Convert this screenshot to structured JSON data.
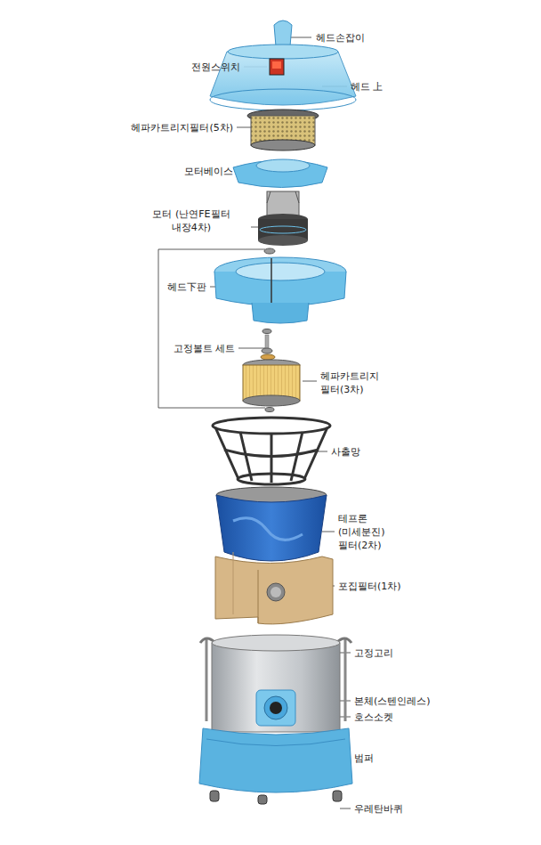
{
  "diagram": {
    "labels": [
      "헤드손잡이",
      "전원스위치",
      "헤드 上",
      "헤파카트리지필터(5차)",
      "모터베이스",
      "모터 (난연FE필터 내장4차)",
      "헤드下판",
      "고정볼트 세트",
      "헤파카트리지 필터(3차)",
      "사출망",
      "테프론(미세분진) 필터(2차)",
      "포집필터(1차)",
      "고정고리",
      "본체(스텐인레스)",
      "호스소켓",
      "범퍼",
      "우레탄바퀴"
    ]
  }
}
